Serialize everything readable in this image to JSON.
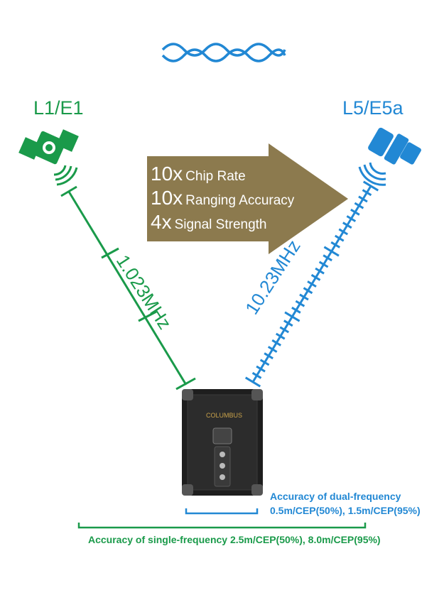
{
  "bands": {
    "left_label": "L1/E1",
    "right_label": "L5/E5a"
  },
  "arrow": {
    "rows": [
      {
        "big": "10x",
        "small": "Chip Rate"
      },
      {
        "big": "10x",
        "small": "Ranging Accuracy"
      },
      {
        "big": "4x",
        "small": "Signal Strength"
      }
    ]
  },
  "frequencies": {
    "left": "1.023MHz",
    "right": "10.23MHz"
  },
  "accuracy": {
    "dual_title": "Accuracy of dual-frequency",
    "dual_values": "0.5m/CEP(50%), 1.5m/CEP(95%)",
    "single": "Accuracy of single-frequency 2.5m/CEP(50%), 8.0m/CEP(95%)"
  },
  "device": {
    "brand": "COLUMBUS"
  },
  "colors": {
    "green": "#1a9a4a",
    "blue": "#2288d4",
    "arrow": "#8c7a4e",
    "device": "#2a2a2a"
  },
  "icons": [
    "wave-icon",
    "satellite-left-icon",
    "satellite-right-icon",
    "device-icon"
  ]
}
